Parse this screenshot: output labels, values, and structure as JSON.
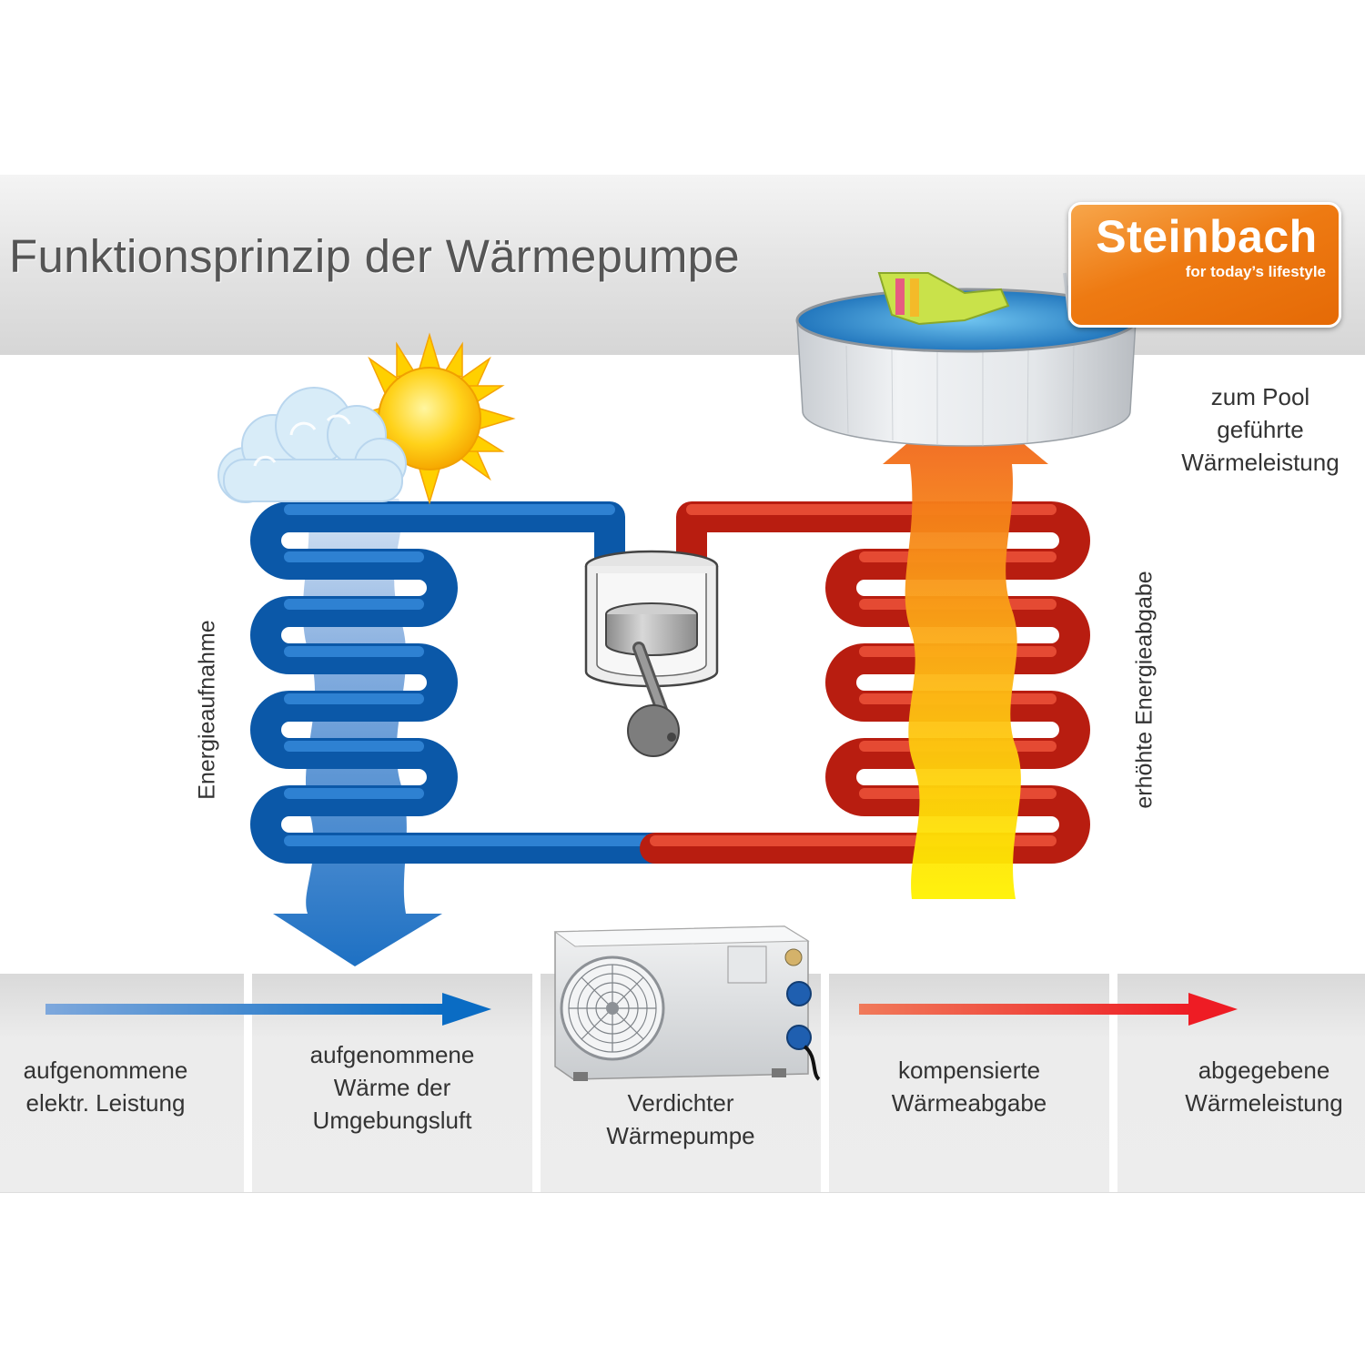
{
  "header": {
    "title": "Funktionsprinzip der Wärmepumpe"
  },
  "logo": {
    "name": "Steinbach",
    "tagline": "for today’s lifestyle"
  },
  "labels": {
    "pool_heat": [
      "zum Pool",
      "geführte",
      "Wärmeleistung"
    ],
    "energy_intake": "Energieaufnahme",
    "energy_output": "erhöhte Energieabgabe"
  },
  "bottom": {
    "col1": [
      "aufgenommene",
      "elektr. Leistung"
    ],
    "col2": [
      "aufgenommene",
      "Wärme der",
      "Umgebungsluft"
    ],
    "col3": [
      "Verdichter",
      "Wärmepumpe"
    ],
    "col4": [
      "kompensierte",
      "Wärmeabgabe"
    ],
    "col5": [
      "abgegebene",
      "Wärmeleistung"
    ]
  },
  "colors": {
    "cold": "#1a6fc4",
    "hot": "#d42b1a",
    "brand": "#ee7a12"
  },
  "icons": [
    "cloud-icon",
    "sun-icon",
    "pool-icon",
    "compressor-icon",
    "heat-pump-unit-icon"
  ]
}
